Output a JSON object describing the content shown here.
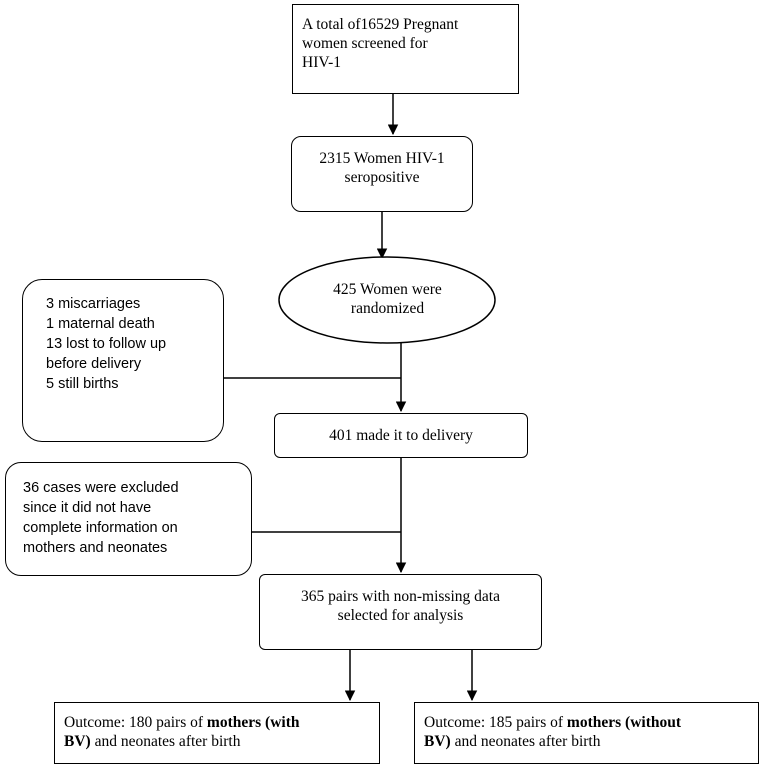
{
  "screened": {
    "lines": [
      "A total of16529 Pregnant",
      "women screened for",
      "HIV-1"
    ]
  },
  "seropositive": {
    "lines": [
      "2315 Women HIV-1",
      "seropositive"
    ]
  },
  "randomized": {
    "lines": [
      "425 Women were",
      "randomized"
    ]
  },
  "lost": {
    "lines": [
      "3 miscarriages",
      "1 maternal death",
      "13 lost to follow up",
      "before delivery",
      "5 still births"
    ]
  },
  "delivery": {
    "label": "401 made it to delivery"
  },
  "excluded": {
    "lines": [
      "36 cases were excluded",
      "since it did not have",
      "complete information on",
      "mothers and neonates"
    ]
  },
  "analysis": {
    "lines": [
      "365 pairs with non-missing data",
      "selected for analysis"
    ]
  },
  "outcome_bv": {
    "line1_pre": "Outcome: 180 pairs of ",
    "line1_bold": "mothers (with",
    "line2_bold": "BV)",
    "line2_post": " and neonates after birth"
  },
  "outcome_no_bv": {
    "line1_pre": "Outcome: 185 pairs of ",
    "line1_bold": "mothers (without",
    "line2_bold": "BV)",
    "line2_post": " and neonates after birth"
  }
}
